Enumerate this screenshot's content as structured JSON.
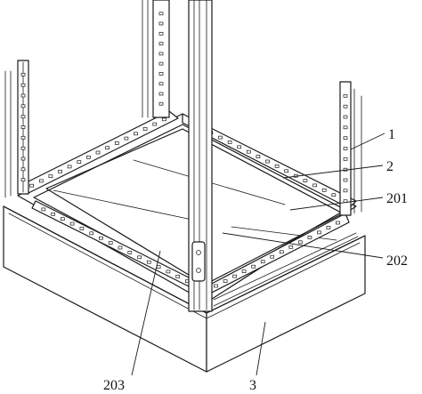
{
  "labels": {
    "l1": "1",
    "l2": "2",
    "l201": "201",
    "l202": "202",
    "l203": "203",
    "l3": "3"
  }
}
